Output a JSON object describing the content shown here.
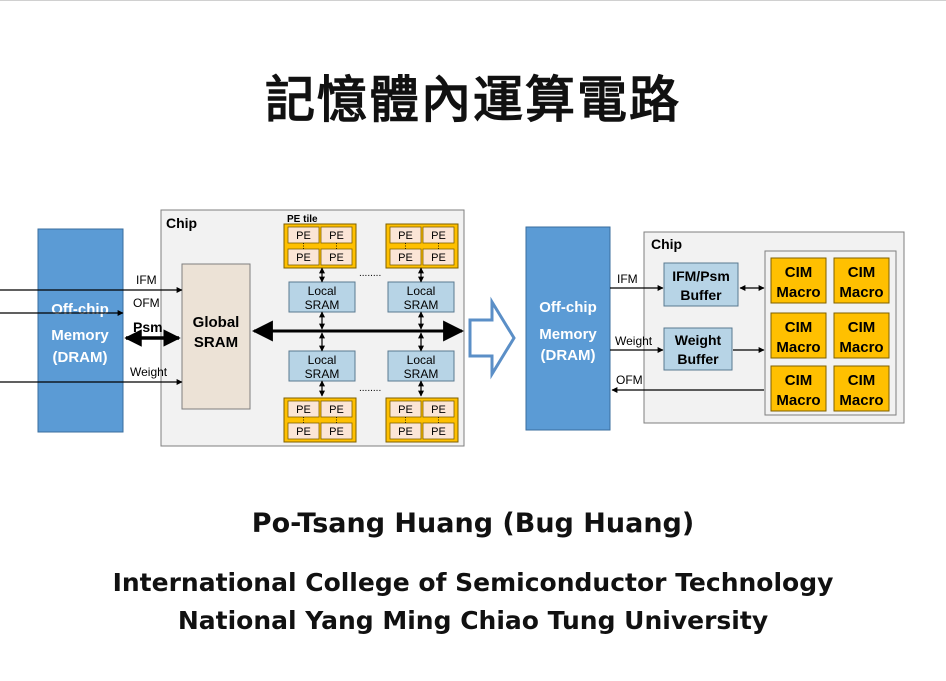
{
  "slide": {
    "title": "記憶體內運算電路",
    "author": "Po-Tsang Huang (Bug Huang)",
    "affiliation_line1": "International College of Semiconductor Technology",
    "affiliation_line2": "National Yang Ming Chiao Tung University"
  },
  "left_diagram": {
    "dram_line1": "Off-chip",
    "dram_line2": "Memory",
    "dram_line3": "(DRAM)",
    "chip_label": "Chip",
    "pe_tile_label": "PE tile",
    "pe_label": "PE",
    "global_sram_line1": "Global",
    "global_sram_line2": "SRAM",
    "local_sram_line1": "Local",
    "local_sram_line2": "SRAM",
    "ellipsis": "........",
    "signal_ifm": "IFM",
    "signal_ofm": "OFM",
    "signal_psm": "Psm",
    "signal_weight": "Weight"
  },
  "right_diagram": {
    "dram_line1": "Off-chip",
    "dram_line2": "Memory",
    "dram_line3": "(DRAM)",
    "chip_label": "Chip",
    "ifm_buffer_line1": "IFM/Psm",
    "ifm_buffer_line2": "Buffer",
    "weight_buffer_line1": "Weight",
    "weight_buffer_line2": "Buffer",
    "signal_ifm": "IFM",
    "signal_weight": "Weight",
    "signal_ofm": "OFM",
    "cim_line1": "CIM",
    "cim_line2": "Macro"
  },
  "colors": {
    "dram_blue": "#5b9bd5",
    "chip_bg": "#f2f2f2",
    "global_sram": "#ece2d6",
    "local_sram": "#b7d4e6",
    "pe_tile": "#ffc000",
    "pe_cell": "#fbe5d6",
    "cim_macro": "#ffc000",
    "arrow_outline": "#5b8fc7"
  }
}
